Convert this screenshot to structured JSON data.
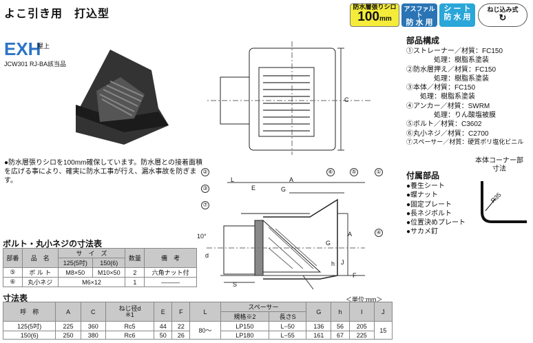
{
  "title": "よこ引き用　打込型",
  "badges": {
    "b1_top": "防水層張りシロ",
    "b1_value": "100",
    "b1_unit": "mm",
    "b2_line1": "アスファルト",
    "b2_line2": "防 水 用",
    "b3_line1": "シ ー ト",
    "b3_line2": "防 水 用",
    "b4": "ねじ込み式"
  },
  "model": "EXH",
  "location": "屋上",
  "standard": "JCW301 RJ-BA該当品",
  "description": "●防水層張りシロを100mm確保しています。防水層との接着面積を広げる事により、確実に防水工事が行え、漏水事故を防ぎます。",
  "parts": {
    "heading": "部品構成",
    "lines": [
      "①ストレーナー／材質：FC150",
      "　　　　処理：樹脂系塗装",
      "②防水層押え／材質：FC150",
      "　　　　処理：樹脂系塗装",
      "③本体／材質：FC150",
      "　　処理：樹脂系塗装",
      "④アンカー／材質：SWRM",
      "　　　　処理：りん酸塩被膜",
      "⑤ボルト／材質：C3602",
      "⑥丸小ネジ／材質：C2700",
      "⑦スペーサー／材質：硬質ポリ塩化ビニル"
    ]
  },
  "accessories": {
    "heading": "付属部品",
    "items": [
      "●養生シート",
      "●蝶ナット",
      "●固定プレート",
      "●長ネジボルト",
      "●位置決めプレート",
      "●サカメ釘"
    ]
  },
  "corner": {
    "line1": "本体コーナー部",
    "line2": "寸法",
    "radius": "R35"
  },
  "bolt_table": {
    "heading": "ボルト・丸小ネジの寸法表",
    "headers": [
      "部番",
      "品　名",
      "サ　イ　ズ",
      "数量",
      "備　考"
    ],
    "subheaders": [
      "125(5吋)",
      "150(6)"
    ],
    "rows": [
      [
        "⑤",
        "ボ ル ト",
        "M8×50",
        "M10×50",
        "2",
        "六角ナット付"
      ],
      [
        "⑥",
        "丸小ネジ",
        "M6×12",
        "",
        "1",
        "―――"
      ]
    ]
  },
  "dim_table": {
    "heading": "寸法表",
    "unit": "＜単位:mm＞",
    "headers": [
      "呼　称",
      "A",
      "C",
      "ねじ径d\n※1",
      "E",
      "F",
      "L",
      "スペーサー",
      "G",
      "h",
      "I",
      "J"
    ],
    "spacer_sub": [
      "規格※2",
      "長さS"
    ],
    "rows": [
      [
        "125(5吋)",
        "225",
        "360",
        "Rc5",
        "44",
        "22",
        "80〜",
        "LP150",
        "L−50",
        "136",
        "56",
        "205",
        "15"
      ],
      [
        "150(6)",
        "250",
        "380",
        "Rc6",
        "50",
        "26",
        "",
        "LP180",
        "L−55",
        "161",
        "67",
        "225",
        ""
      ]
    ]
  },
  "drawing_labels": {
    "C": "C",
    "L": "L",
    "E": "E",
    "A": "A",
    "G": "G",
    "J": "J",
    "S": "S",
    "d": "d",
    "h": "h",
    "F": "F",
    "ten": "10°"
  },
  "callouts": [
    "①",
    "②",
    "③",
    "④",
    "⑤",
    "⑥",
    "⑦"
  ]
}
